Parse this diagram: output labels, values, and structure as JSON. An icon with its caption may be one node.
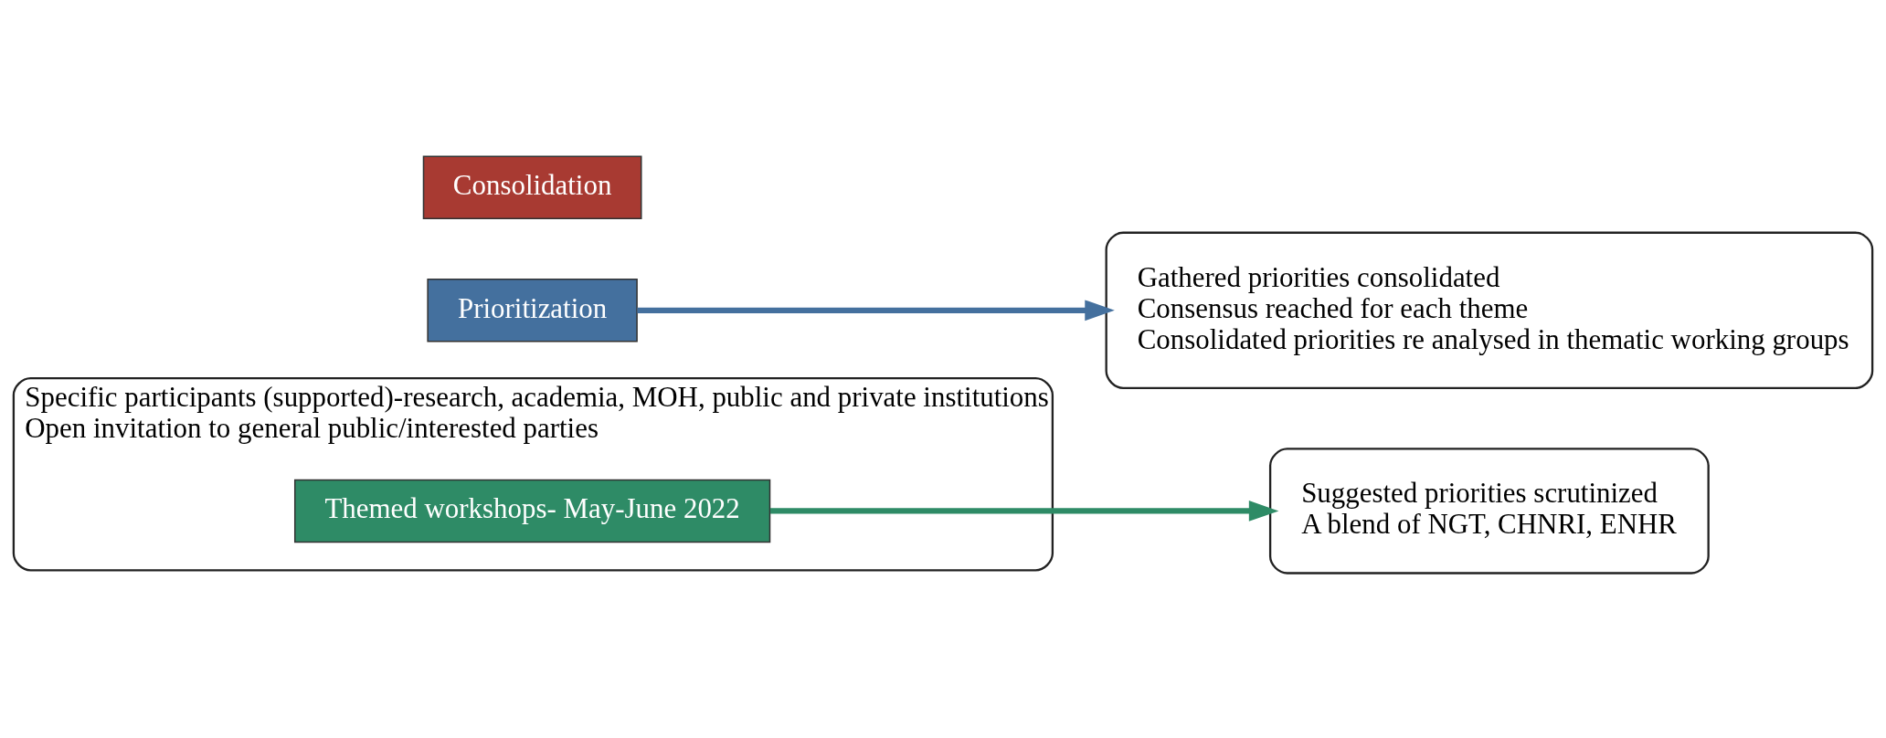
{
  "diagram": {
    "nodes": [
      {
        "text": [
          "Specific participants (supported)-research, academia, MOH, public and private institutions",
          "Open invitation to general public/interested parties"
        ]
      },
      {
        "text": [
          "Themed workshops- May-June 2022"
        ],
        "in": 0
      },
      {
        "text": [
          "Suggested priorities scrutinized",
          "A blend of NGT, CHNRI, ENHR"
        ]
      },
      {
        "text": [
          "Prioritization"
        ]
      },
      {
        "text": [
          "Gathered priorities consolidated",
          "Consensus reached for each theme",
          "Consolidated priorities re analysed in thematic working groups"
        ]
      },
      {
        "text": [
          "Consolidation"
        ]
      }
    ],
    "edges": [
      {
        "from": 1,
        "to": 2,
        "arrow": "to"
      },
      {
        "from": 3,
        "to": 4,
        "arrow": "to"
      }
    ]
  }
}
